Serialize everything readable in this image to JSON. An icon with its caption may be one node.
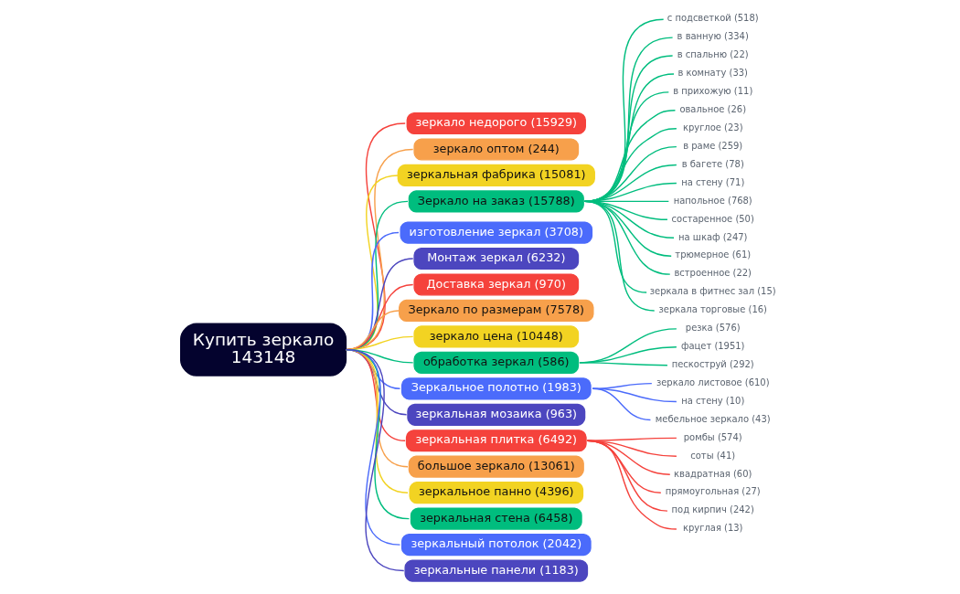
{
  "diagram": {
    "nodes": [
      {
        "text": [
          "Купить зеркало 143148"
        ]
      },
      {
        "text": [
          "зеркало недорого (15929)"
        ]
      },
      {
        "text": [
          "зеркало оптом (244)"
        ]
      },
      {
        "text": [
          "зеркальная фабрика (15081)"
        ]
      },
      {
        "text": [
          "Зеркало на заказ (15788)"
        ]
      },
      {
        "text": [
          "с подсветкой (518)"
        ]
      },
      {
        "text": [
          "в ванную (334)"
        ]
      },
      {
        "text": [
          "в спальню (22)"
        ]
      },
      {
        "text": [
          "в комнату (33)"
        ]
      },
      {
        "text": [
          "в прихожую (11)"
        ]
      },
      {
        "text": [
          "овальное (26)"
        ]
      },
      {
        "text": [
          "круглое (23)"
        ]
      },
      {
        "text": [
          "в раме (259)"
        ]
      },
      {
        "text": [
          "в багете (78)"
        ]
      },
      {
        "text": [
          "на стену (71)"
        ]
      },
      {
        "text": [
          "напольное (768)"
        ]
      },
      {
        "text": [
          "состаренное (50)"
        ]
      },
      {
        "text": [
          "на шкаф (247)"
        ]
      },
      {
        "text": [
          "трюмерное (61)"
        ]
      },
      {
        "text": [
          "встроенное (22)"
        ]
      },
      {
        "text": [
          "зеркала в фитнес зал (15)"
        ]
      },
      {
        "text": [
          "зеркала торговые (16)"
        ]
      },
      {
        "text": [
          "изготовление зеркал (3708)"
        ]
      },
      {
        "text": [
          "Монтаж зеркал (6232)"
        ]
      },
      {
        "text": [
          "Доставка зеркал (970)"
        ]
      },
      {
        "text": [
          "Зеркало по размерам (7578)"
        ]
      },
      {
        "text": [
          "зеркало цена (10448)"
        ]
      },
      {
        "text": [
          "обработка зеркал (586)"
        ]
      },
      {
        "text": [
          "резка (576)"
        ]
      },
      {
        "text": [
          "фацет (1951)"
        ]
      },
      {
        "text": [
          "пескоструй (292)"
        ]
      },
      {
        "text": [
          "Зеркальное полотно (1983)"
        ]
      },
      {
        "text": [
          "зеркало листовое (610)"
        ]
      },
      {
        "text": [
          "на стену (10)"
        ]
      },
      {
        "text": [
          "мебельное зеркало (43)"
        ]
      },
      {
        "text": [
          "зеркальная мозаика (963)"
        ]
      },
      {
        "text": [
          "зеркальная плитка (6492)"
        ]
      },
      {
        "text": [
          "ромбы (574)"
        ]
      },
      {
        "text": [
          "соты (41)"
        ]
      },
      {
        "text": [
          "квадратная (60)"
        ]
      },
      {
        "text": [
          "прямоугольная (27)"
        ]
      },
      {
        "text": [
          "под кирпич (242)"
        ]
      },
      {
        "text": [
          "круглая (13)"
        ]
      },
      {
        "text": [
          "большое зеркало (13061)"
        ]
      },
      {
        "text": [
          "зеркальное панно (4396)"
        ]
      },
      {
        "text": [
          "зеркальная стена (6458)"
        ]
      },
      {
        "text": [
          "зеркальный потолок (2042)"
        ]
      },
      {
        "text": [
          "зеркальные панели (1183)"
        ]
      }
    ],
    "edges": [
      {
        "from": 0,
        "to": 1,
        "arrow": "none",
        "color": "#f5423c"
      },
      {
        "from": 0,
        "to": 2,
        "arrow": "none",
        "color": "#f7a04b"
      },
      {
        "from": 0,
        "to": 3,
        "arrow": "none",
        "color": "#f2d322"
      },
      {
        "from": 0,
        "to": 4,
        "arrow": "none"
      },
      {
        "from": 4,
        "to": 5,
        "arrow": "none"
      },
      {
        "from": 4,
        "to": 6,
        "arrow": "none"
      },
      {
        "from": 4,
        "to": 7,
        "arrow": "none"
      },
      {
        "from": 4,
        "to": 8,
        "arrow": "none"
      },
      {
        "from": 4,
        "to": 9,
        "arrow": "none"
      },
      {
        "from": 4,
        "to": 10,
        "arrow": "none"
      },
      {
        "from": 4,
        "to": 11,
        "arrow": "none"
      },
      {
        "from": 4,
        "to": 12,
        "arrow": "none"
      },
      {
        "from": 4,
        "to": 13,
        "arrow": "none"
      },
      {
        "from": 4,
        "to": 14,
        "arrow": "none"
      },
      {
        "from": 4,
        "to": 15,
        "arrow": "none"
      },
      {
        "from": 4,
        "to": 16,
        "arrow": "none"
      },
      {
        "from": 4,
        "to": 17,
        "arrow": "none"
      },
      {
        "from": 4,
        "to": 18,
        "arrow": "none"
      },
      {
        "from": 4,
        "to": 19,
        "arrow": "none"
      },
      {
        "from": 4,
        "to": 20,
        "arrow": "none"
      },
      {
        "from": 4,
        "to": 21,
        "arrow": "none"
      },
      {
        "from": 0,
        "to": 22,
        "arrow": "none",
        "color": "#4b6bfb"
      },
      {
        "from": 0,
        "to": 23,
        "arrow": "none",
        "color": "#4c46bf"
      },
      {
        "from": 0,
        "to": 24,
        "arrow": "none",
        "color": "#f5423c"
      },
      {
        "from": 0,
        "to": 25,
        "arrow": "none",
        "color": "#f7a04b"
      },
      {
        "from": 0,
        "to": 26,
        "arrow": "none",
        "color": "#f2d322"
      },
      {
        "from": 0,
        "to": 27,
        "arrow": "none"
      },
      {
        "from": 27,
        "to": 28,
        "arrow": "none"
      },
      {
        "from": 27,
        "to": 29,
        "arrow": "none"
      },
      {
        "from": 27,
        "to": 30,
        "arrow": "none"
      },
      {
        "from": 0,
        "to": 31,
        "arrow": "none",
        "color": "#4b6bfb"
      },
      {
        "from": 31,
        "to": 32,
        "arrow": "none",
        "color": "#4b6bfb"
      },
      {
        "from": 31,
        "to": 33,
        "arrow": "none",
        "color": "#4b6bfb"
      },
      {
        "from": 31,
        "to": 34,
        "arrow": "none",
        "color": "#4b6bfb"
      },
      {
        "from": 0,
        "to": 35,
        "arrow": "none",
        "color": "#4c46bf"
      },
      {
        "from": 0,
        "to": 36,
        "arrow": "none",
        "color": "#f5423c"
      },
      {
        "from": 36,
        "to": 37,
        "arrow": "none",
        "color": "#f5423c"
      },
      {
        "from": 36,
        "to": 38,
        "arrow": "none",
        "color": "#f5423c"
      },
      {
        "from": 36,
        "to": 39,
        "arrow": "none",
        "color": "#f5423c"
      },
      {
        "from": 36,
        "to": 40,
        "arrow": "none",
        "color": "#f5423c"
      },
      {
        "from": 36,
        "to": 41,
        "arrow": "none",
        "color": "#f5423c"
      },
      {
        "from": 36,
        "to": 42,
        "arrow": "none",
        "color": "#f5423c"
      },
      {
        "from": 0,
        "to": 43,
        "arrow": "none",
        "color": "#f7a04b"
      },
      {
        "from": 0,
        "to": 44,
        "arrow": "none",
        "color": "#f2d322"
      },
      {
        "from": 0,
        "to": 45,
        "arrow": "none"
      },
      {
        "from": 0,
        "to": 46,
        "arrow": "none",
        "color": "#4b6bfb"
      },
      {
        "from": 0,
        "to": 47,
        "arrow": "none",
        "color": "#4c46bf"
      }
    ]
  }
}
